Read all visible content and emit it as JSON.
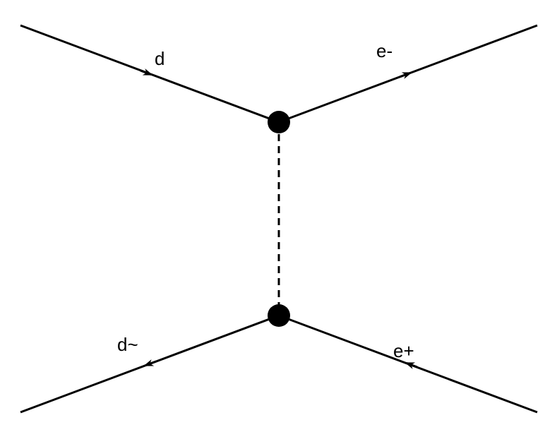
{
  "labels": {
    "top_left": "d",
    "top_right": "e-",
    "bottom_left": "d~",
    "bottom_right": "e+"
  },
  "colors": {
    "line": "#000000",
    "background": "#ffffff"
  }
}
